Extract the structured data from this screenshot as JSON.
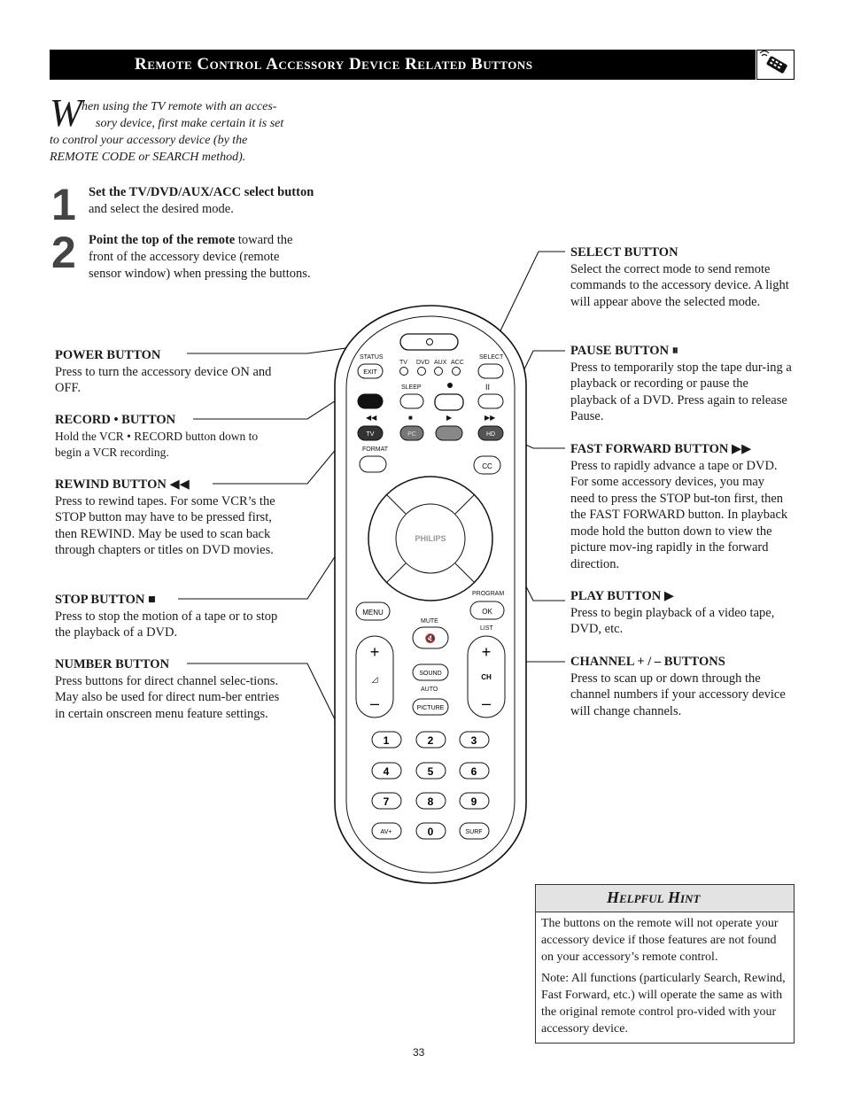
{
  "header": {
    "title": "Remote Control Accessory Device Related Buttons",
    "icon": "remote-control-icon"
  },
  "intro": {
    "dropcap": "W",
    "text_line1": "hen using the TV remote with an acces-",
    "text_line2": "sory device, first make certain it is set",
    "text_line3": "to control your accessory device (by the",
    "text_line4": "REMOTE CODE or SEARCH method)."
  },
  "steps": [
    {
      "number": "1",
      "bold": "Set the TV/DVD/AUX/ACC select button",
      "text": " and select the desired mode."
    },
    {
      "number": "2",
      "bold": "Point the top of the remote",
      "text": " toward the front of the accessory device (remote sensor window) when pressing the buttons."
    }
  ],
  "left_labels": {
    "power": {
      "title": "POWER BUTTON",
      "text": "Press to turn the accessory device ON and OFF."
    },
    "record": {
      "title": "RECORD • BUTTON",
      "text": "Hold the VCR • RECORD button down to begin a VCR recording."
    },
    "rewind": {
      "title": "REWIND BUTTON ◀◀",
      "text": "Press to rewind tapes. For some VCR’s the STOP button may have to be pressed first, then REWIND. May be used to scan back through chapters or titles on DVD movies."
    },
    "stop": {
      "title": "STOP BUTTON ■",
      "text": "Press to stop the motion of a tape or to stop the playback of a DVD."
    },
    "number": {
      "title": "NUMBER BUTTON",
      "text": "Press buttons for direct channel selec-tions. May also be used for direct num-ber entries in certain onscreen menu feature settings."
    }
  },
  "right_labels": {
    "select": {
      "title": "SELECT BUTTON",
      "text": "Select the correct mode to send remote commands to the accessory device. A light will appear above the selected mode."
    },
    "pause": {
      "title": "PAUSE BUTTON ⏸",
      "text": "Press to temporarily stop the tape dur-ing a playback or recording or pause the playback of a DVD. Press again to release Pause."
    },
    "fast_forward": {
      "title": "FAST FORWARD BUTTON ▶▶",
      "text": "Press to rapidly advance a tape or DVD. For some accessory devices, you may need to press the STOP but-ton first, then the FAST FORWARD button. In playback mode hold the button down to view the picture mov-ing rapidly in the forward direction."
    },
    "play": {
      "title": "PLAY BUTTON ▶",
      "text": "Press to begin playback of a video tape, DVD, etc."
    },
    "channel": {
      "title": "CHANNEL + / – BUTTONS",
      "text": "Press to scan up or down through the channel numbers if your accessory device will change channels."
    }
  },
  "remote": {
    "status": "STATUS",
    "exit": "EXIT",
    "select": "SELECT",
    "modes": [
      "TV",
      "DVD",
      "AUX",
      "ACC"
    ],
    "sleep": "SLEEP",
    "tv": "TV",
    "pc": "PC",
    "hd": "HD",
    "format": "FORMAT",
    "cc": "CC",
    "brand": "PHILIPS",
    "program": "PROGRAM",
    "menu": "MENU",
    "ok": "OK",
    "mute": "MUTE",
    "list": "LIST",
    "sound": "SOUND",
    "auto": "AUTO",
    "picture": "PICTURE",
    "ch": "CH",
    "digits": [
      "1",
      "2",
      "3",
      "4",
      "5",
      "6",
      "7",
      "8",
      "9"
    ],
    "av": "AV+",
    "zero": "0",
    "surf": "SURF"
  },
  "hint": {
    "title": "Helpful Hint",
    "p1": "The buttons on the remote will not operate your accessory device if those features are not found on your accessory’s remote control.",
    "p2": "Note: All functions (particularly Search, Rewind, Fast Forward, etc.) will operate the same as with the original remote control pro-vided with your accessory device."
  },
  "page_number": "33"
}
